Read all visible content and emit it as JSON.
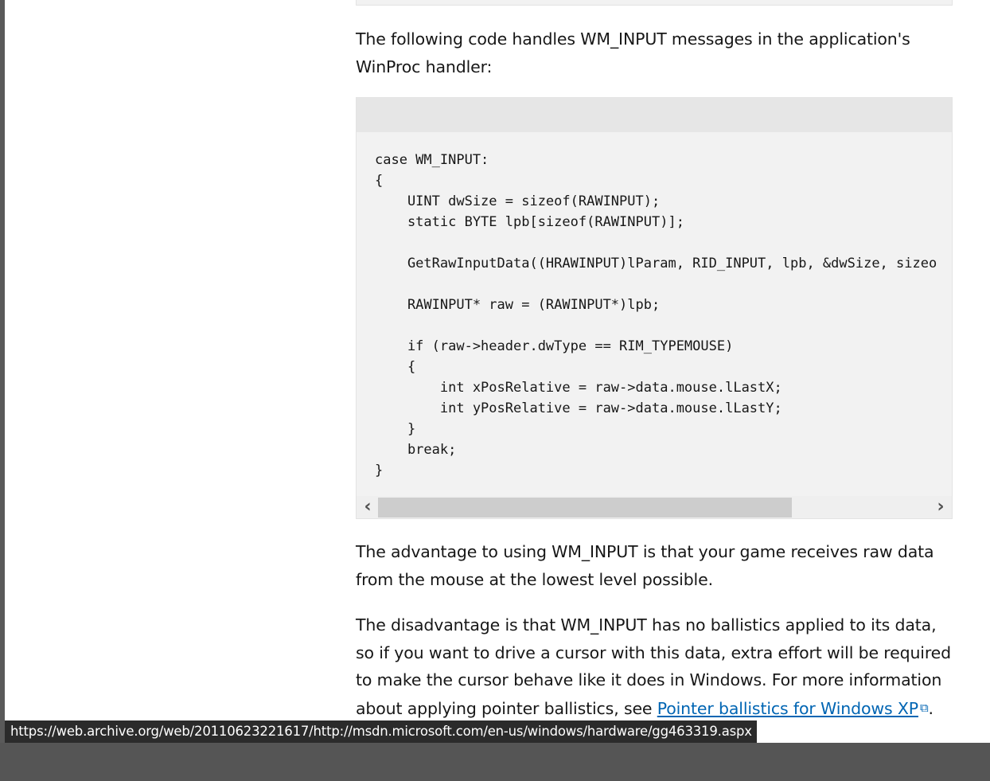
{
  "article": {
    "paragraph_1": "The following code handles WM_INPUT messages in the application's WinProc handler:",
    "code": "case WM_INPUT:\n{\n    UINT dwSize = sizeof(RAWINPUT);\n    static BYTE lpb[sizeof(RAWINPUT)];\n\n    GetRawInputData((HRAWINPUT)lParam, RID_INPUT, lpb, &dwSize, sizeo\n\n    RAWINPUT* raw = (RAWINPUT*)lpb;\n\n    if (raw->header.dwType == RIM_TYPEMOUSE)\n    {\n        int xPosRelative = raw->data.mouse.lLastX;\n        int yPosRelative = raw->data.mouse.lLastY;\n    }\n    break;\n}",
    "scroll_left_glyph": "‹",
    "scroll_right_glyph": "›",
    "paragraph_2": "The advantage to using WM_INPUT is that your game receives raw data from the mouse at the lowest level possible.",
    "paragraph_3_text": "The disadvantage is that WM_INPUT has no ballistics applied to its data, so if you want to drive a cursor with this data, extra effort will be required to make the cursor behave like it does in Windows. For more information about applying pointer ballistics, see ",
    "link_text": "Pointer ballistics for Windows XP",
    "external_link_glyph": "⧉",
    "paragraph_3_end": "."
  },
  "status_bar": {
    "url": "https://web.archive.org/web/20110623221617/http://msdn.microsoft.com/en-us/windows/hardware/gg463319.aspx"
  },
  "colors": {
    "link": "#0065b3",
    "code_background": "#f2f2f2",
    "code_header": "#e6e6e6",
    "status_bar": "#2b2b2b"
  }
}
